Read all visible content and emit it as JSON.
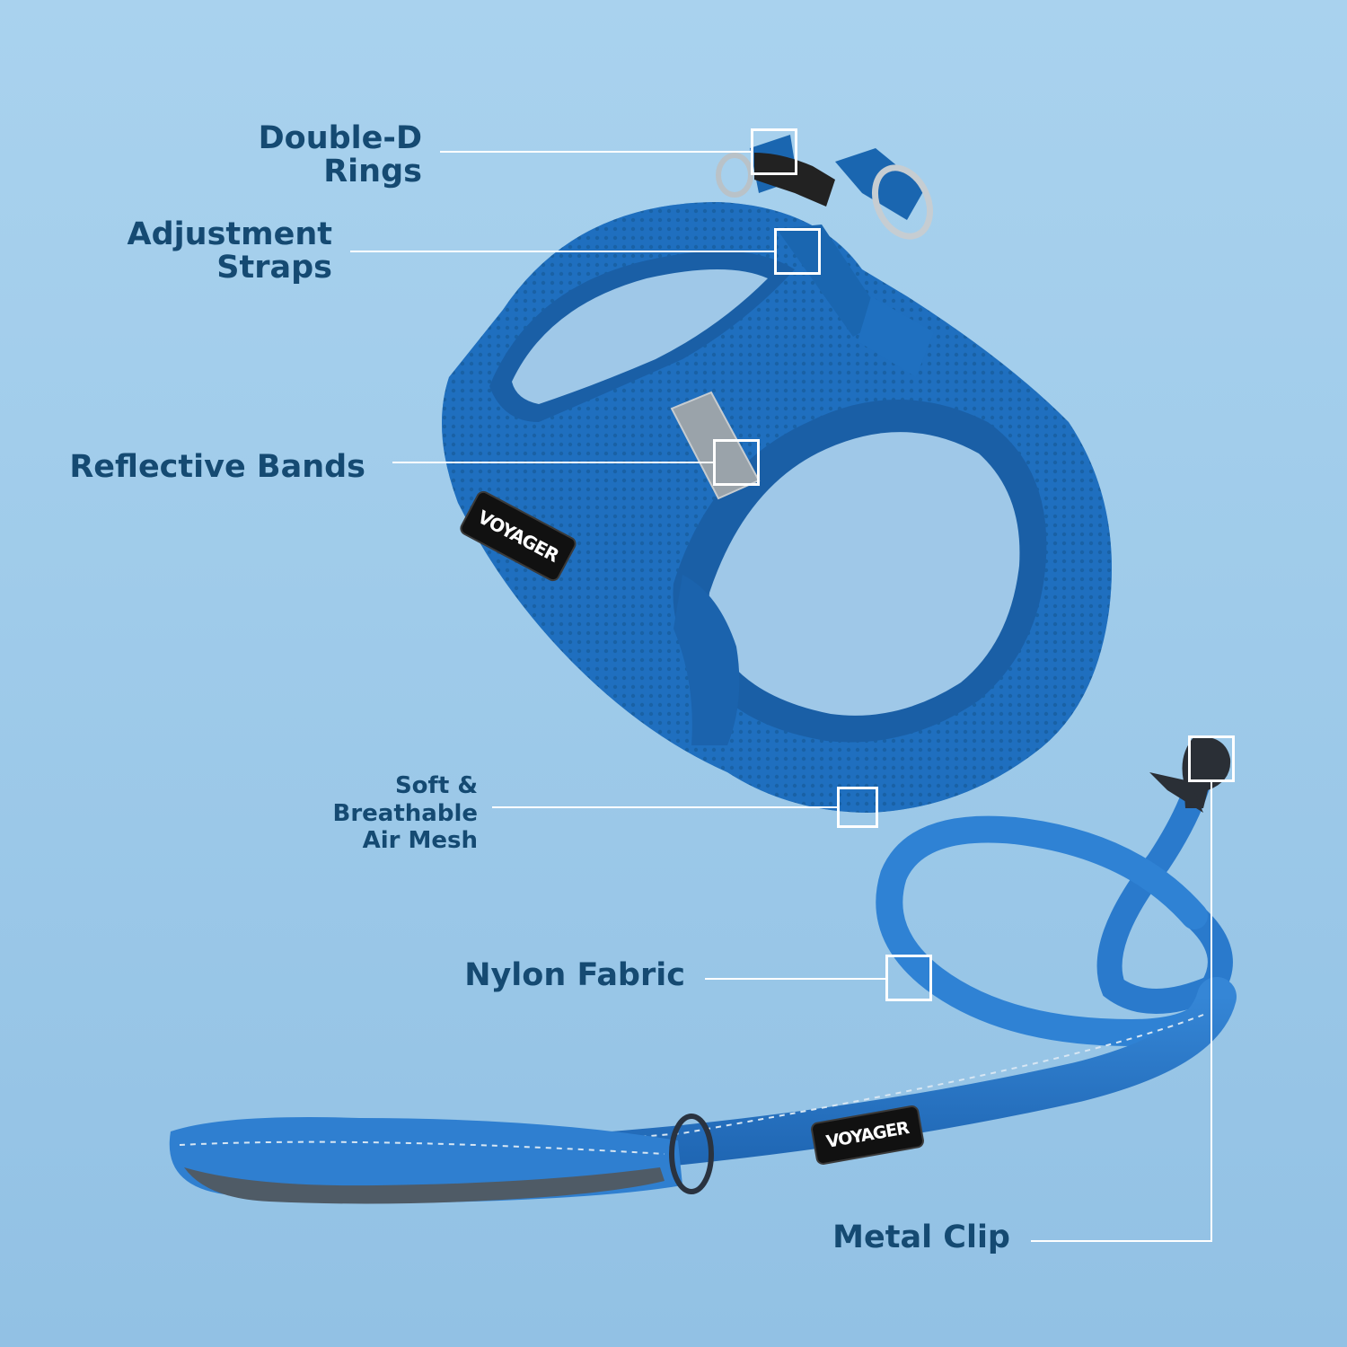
{
  "colors": {
    "background_top": "#a9d2ee",
    "background_bottom": "#92c1e4",
    "label_text": "#154a72",
    "callout": "#ffffff",
    "harness_blue": "#1f6fbf",
    "harness_dark": "#165a9e",
    "leash_blue": "#2979cc",
    "reflective_gray": "#9aa3aa",
    "badge_black": "#111111"
  },
  "labels": {
    "double_d_rings": [
      "Double-D",
      "Rings"
    ],
    "adjustment_straps": [
      "Adjustment",
      "Straps"
    ],
    "reflective_bands": "Reflective Bands",
    "soft_breathable_mesh": [
      "Soft &",
      "Breathable",
      "Air Mesh"
    ],
    "nylon_fabric": "Nylon Fabric",
    "metal_clip": "Metal Clip"
  },
  "brand": {
    "harness_badge": "VOYAGER",
    "leash_badge": "VOYAGER"
  }
}
